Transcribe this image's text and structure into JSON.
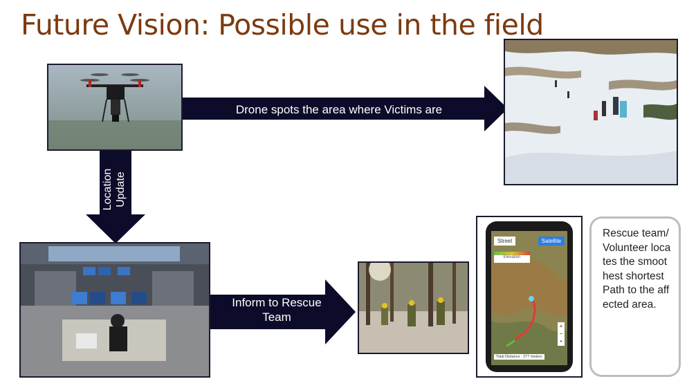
{
  "slide": {
    "title": "Future Vision: Possible use in the field"
  },
  "arrows": {
    "drone_to_victims": "Drone spots the area where Victims are",
    "location_update": "Location\nUpdate",
    "inform_rescue": "Inform to Rescue\nTeam"
  },
  "phone": {
    "street_label": "Street",
    "satellite_label": "Satellite",
    "elevation_label": "Elevation",
    "total_distance": "Total Distance : 277 meters"
  },
  "note": {
    "text": "Rescue team/Volunteer locates the smoothest shortest Path to the affected area."
  },
  "colors": {
    "title": "#7b3a10",
    "arrow": "#0c0c2a",
    "satellite_button": "#2f7de1"
  }
}
